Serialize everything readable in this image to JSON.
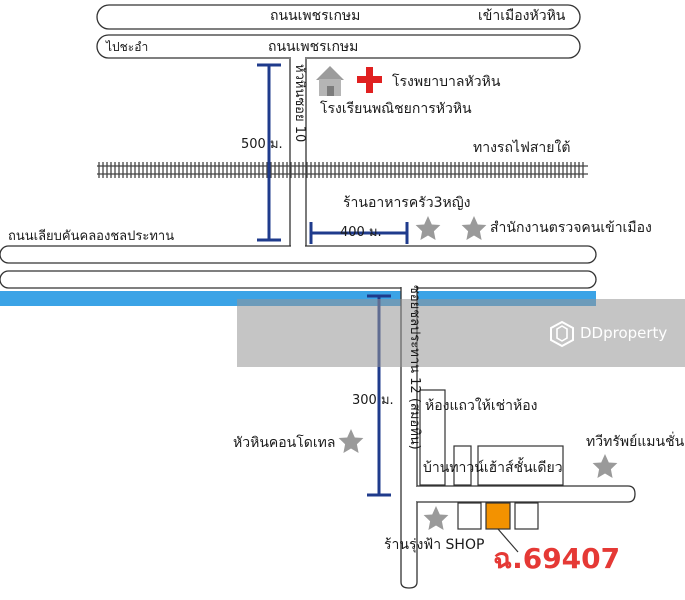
{
  "roads": {
    "top_road_label": "ถนนเพชรเกษม",
    "to_huahin_label": "เข้าเมืองหัวหิน",
    "to_cha_am_label": "ไปชะอำ",
    "second_road_label": "ถนนเพชรเกษม",
    "soi10_label": "หัวหินซอย 10",
    "canal_road_label": "ถนนเลียบคันคลองชลประทาน",
    "soi12_label": "ซอยชลประทาน 12 (สมอทิน)"
  },
  "railway": {
    "label": "ทางรถไฟสายใต้"
  },
  "distances": {
    "d500": "500 ม.",
    "d400": "400 ม.",
    "d300": "300 ม."
  },
  "landmarks": {
    "hospital": "โรงพยาบาลหัวหิน",
    "school": "โรงเรียนพณิชยการหัวหิน",
    "restaurant": "ร้านอาหารครัว3หญิง",
    "immigration": "สำนักงานตรวจคนเข้าเมือง",
    "rooms": "ห้องแถวให้เช่าห้อง",
    "condotel": "หัวหินคอนโดเทล",
    "mansion": "ทวีทรัพย์แมนชั่น",
    "townhouse": "บ้านทาวน์เฮ้าส์ชั้นเดียว",
    "shop": "ร้านรุ่งฟ้า SHOP"
  },
  "property_code": "ฉ.69407",
  "watermark": {
    "brand": "DDproperty"
  },
  "colors": {
    "canal": "#3ba3e6",
    "distance_lines": "#1f3b8c",
    "property": "#f39200",
    "code": "#e53935",
    "hospital_cross": "#e02020",
    "star": "#9a9a9a"
  }
}
